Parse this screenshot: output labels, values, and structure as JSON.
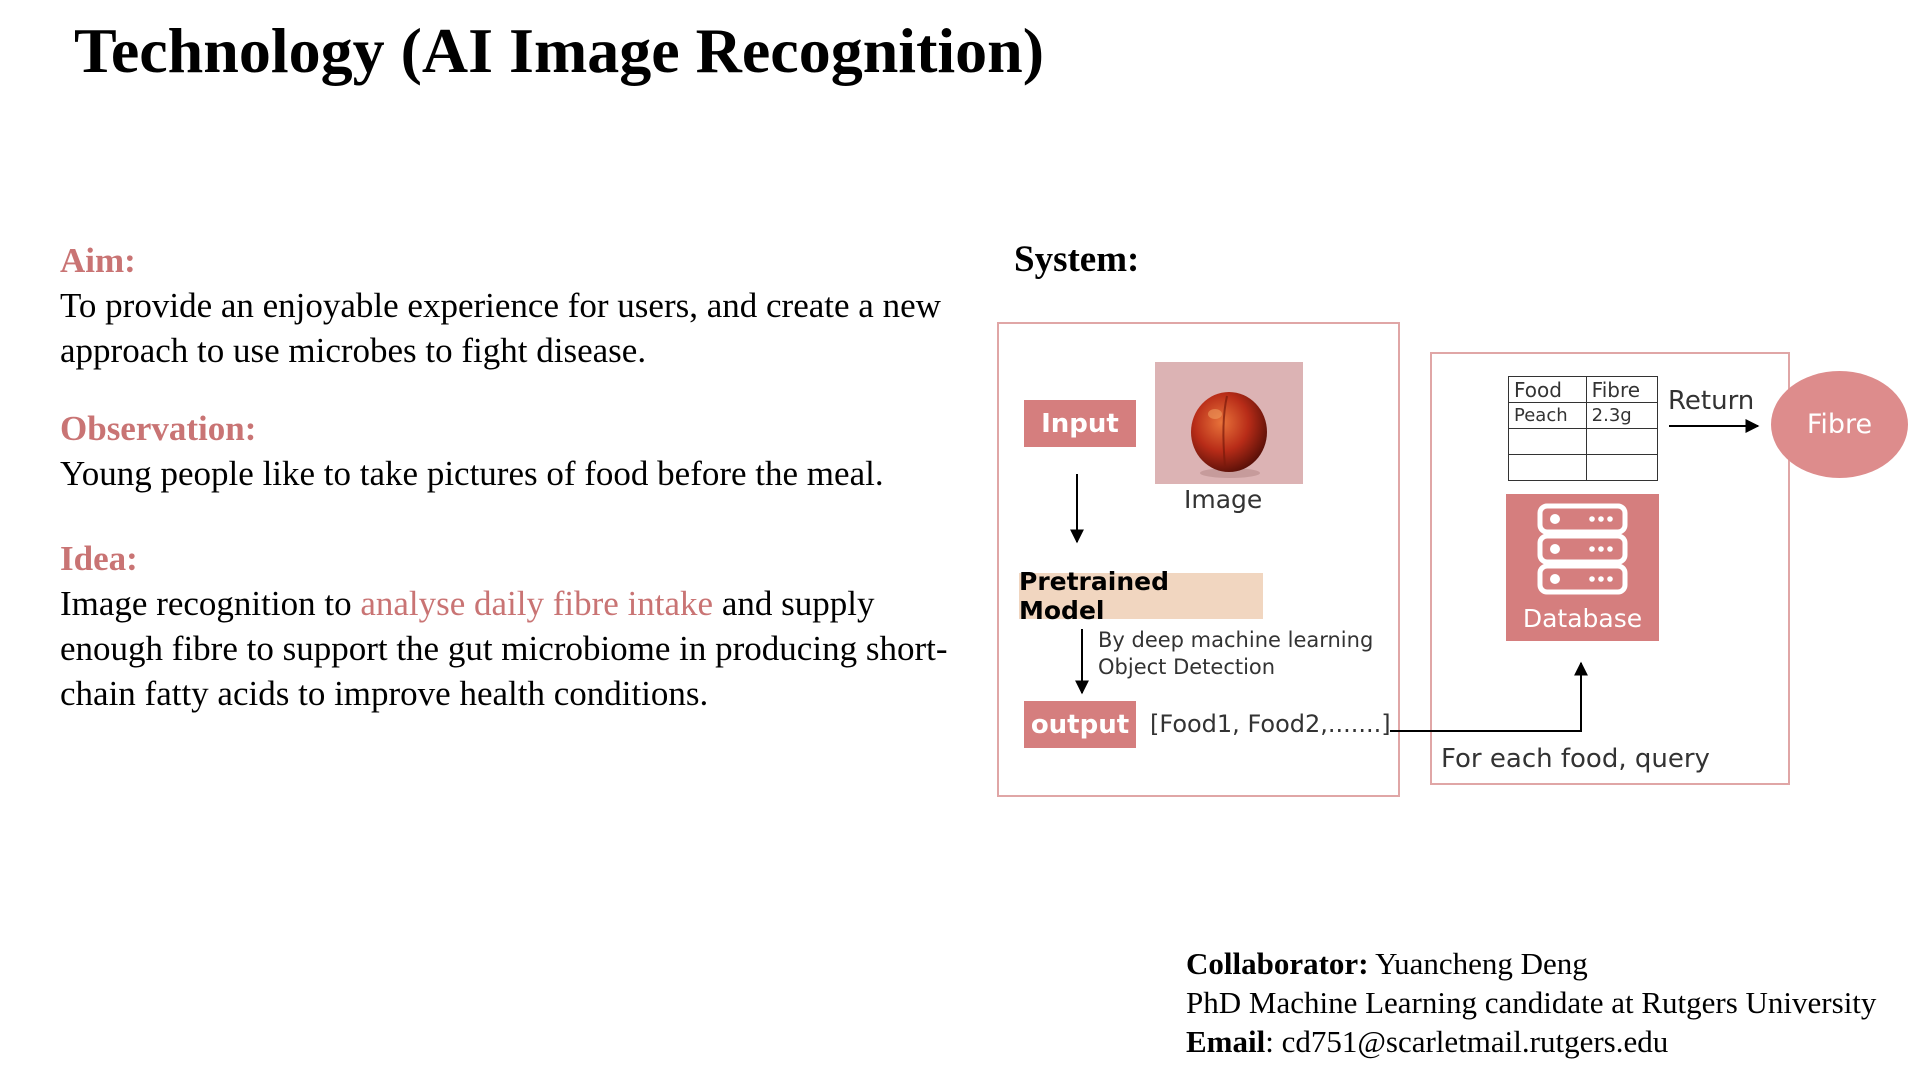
{
  "title": "Technology (AI Image Recognition)",
  "left": {
    "aim": {
      "heading": "Aim:",
      "text": "To provide an enjoyable experience for users, and create a new approach to use microbes to fight disease."
    },
    "observation": {
      "heading": "Observation:",
      "text": "Young people like to take pictures of food before the meal."
    },
    "idea": {
      "heading": "Idea:",
      "text_before": "Image recognition to ",
      "highlight": "analyse daily fibre intake",
      "text_after": " and supply enough fibre to support the gut microbiome in producing short-chain fatty acids to improve health conditions."
    }
  },
  "system": {
    "label": "System:",
    "input_label": "Input",
    "image_caption": "Image",
    "model_label": "Pretrained Model",
    "method_line1": "By deep machine learning",
    "method_line2": "Object Detection",
    "output_label": "output",
    "output_list": "[Food1, Food2,.......]",
    "query_label": "For each food, query",
    "database_label": "Database",
    "return_label": "Return",
    "result_label": "Fibre",
    "table": {
      "headers": [
        "Food",
        "Fibre"
      ],
      "rows": [
        [
          "Peach",
          "2.3g"
        ],
        [
          "",
          ""
        ],
        [
          "",
          ""
        ]
      ]
    }
  },
  "footer": {
    "collaborator_label": "Collaborator:",
    "collaborator_name": " Yuancheng Deng",
    "role": "PhD Machine Learning candidate at Rutgers University",
    "email_label": "Email",
    "email": ": cd751@scarletmail.rutgers.edu"
  },
  "colors": {
    "accent": "#c97474",
    "pill": "#d57e7e",
    "panel_border": "#e0a6a6",
    "tag": "#f1d6c0",
    "image_bg": "#dcb3b4"
  }
}
